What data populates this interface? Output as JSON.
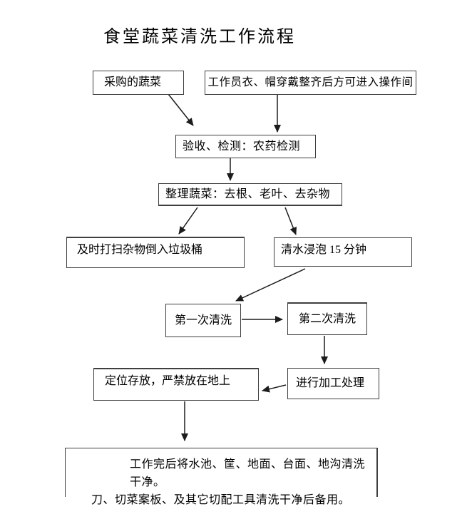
{
  "title": "食堂蔬菜清洗工作流程",
  "flowchart": {
    "nodes": {
      "purchased": "采购的蔬菜",
      "staff_dress": "工作员衣、帽穿戴整齐后方可进入操作间",
      "inspection": "验收、检测：农药检测",
      "organize": "整理蔬菜：去根、老叶、去杂物",
      "cleanup": "及时打扫杂物倒入垃圾桶",
      "soak": "清水浸泡 15 分钟",
      "first_wash": "第一次清洗",
      "second_wash": "第二次清洗",
      "storage": "定位存放，严禁放在地上",
      "processing": "进行加工处理",
      "final_line1": "工作完后将水池、筐、地面、台面、地沟清洗干净。",
      "final_line2": "刀、切菜案板、及其它切配工具清洗干净后备用。"
    },
    "edges": [
      {
        "from": "purchased",
        "to": "inspection"
      },
      {
        "from": "staff_dress",
        "to": "inspection"
      },
      {
        "from": "inspection",
        "to": "organize"
      },
      {
        "from": "organize",
        "to": "cleanup"
      },
      {
        "from": "organize",
        "to": "soak"
      },
      {
        "from": "soak",
        "to": "first_wash"
      },
      {
        "from": "first_wash",
        "to": "second_wash"
      },
      {
        "from": "second_wash",
        "to": "processing"
      },
      {
        "from": "processing",
        "to": "storage"
      },
      {
        "from": "storage",
        "to": "final_cleaning"
      }
    ],
    "colors": {
      "border": "#3f3f3f",
      "arrow": "#1c1c1c",
      "text": "#000000",
      "background": "#ffffff"
    }
  }
}
